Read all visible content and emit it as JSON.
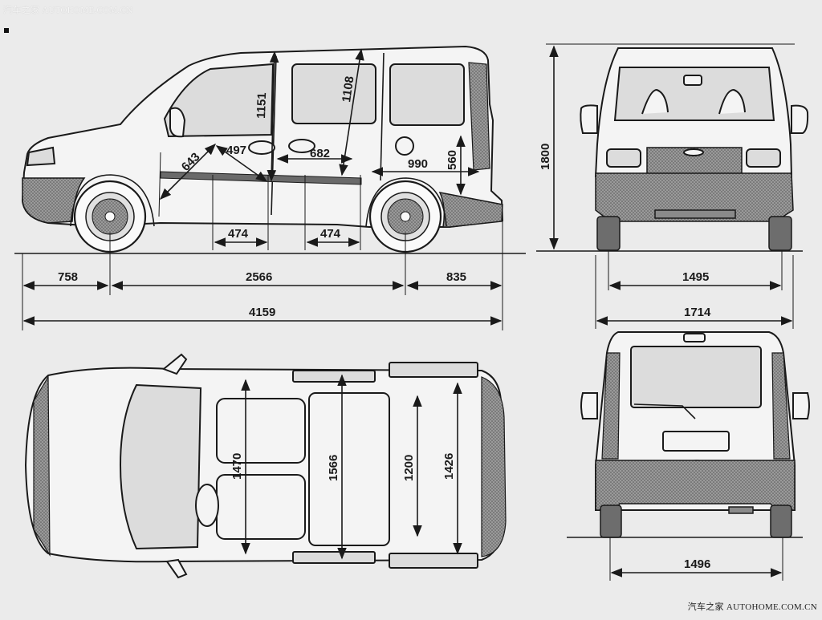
{
  "watermark_top": "汽车之家 AUTOHOME.COM.CN",
  "watermark_bottom": "汽车之家 AUTOHOME.COM.CN",
  "side_view": {
    "overall_length": "4159",
    "front_overhang": "758",
    "wheelbase": "2566",
    "rear_overhang": "835",
    "front_door_opening_width": "474",
    "sliding_door_opening_width": "474",
    "front_door_diag": "643",
    "seat_to_door": "497",
    "sliding_door_width": "682",
    "front_door_height": "1151",
    "sliding_door_height": "1108",
    "rear_opening_width": "990",
    "load_sill_height": "560"
  },
  "front_view": {
    "overall_height": "1800",
    "front_track": "1495",
    "overall_width": "1714"
  },
  "rear_view": {
    "rear_track": "1496"
  },
  "top_view": {
    "cabin_width_front": "1470",
    "cabin_width_rear_seat": "1566",
    "load_width_between_arches": "1200",
    "load_width_max": "1426"
  },
  "colors": {
    "background": "#ebebeb",
    "ink": "#1a1a1a",
    "fill": "#f4f4f4",
    "hatch": "#8a8a8a"
  }
}
